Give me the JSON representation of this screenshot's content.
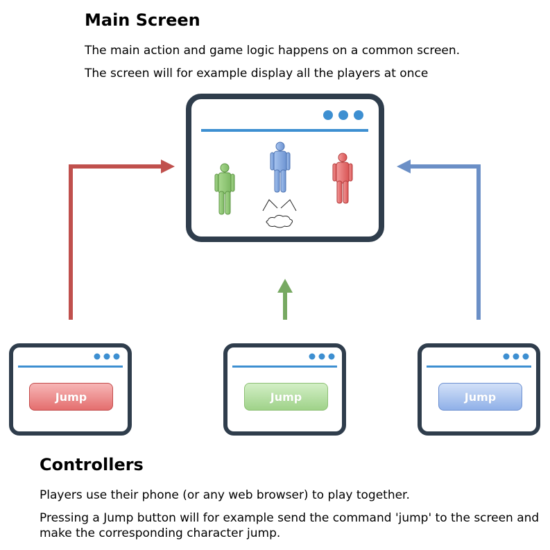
{
  "main_screen": {
    "title": "Main Screen",
    "line1": "The main action and game logic happens on a common screen.",
    "line2": "The screen will for example display all the players at once"
  },
  "controllers": {
    "title": "Controllers",
    "line1": "Players use their phone (or any web browser) to play together.",
    "line2": "Pressing a Jump button will for example send the command 'jump' to the screen and make the corresponding character jump.",
    "buttons": [
      {
        "label": "Jump",
        "color": "red"
      },
      {
        "label": "Jump",
        "color": "green"
      },
      {
        "label": "Jump",
        "color": "blue"
      }
    ]
  },
  "colors": {
    "window_frame": "#2f3d4c",
    "accent_blue": "#3d8fd1",
    "arrow_red": "#c0504d",
    "arrow_green": "#77a962",
    "arrow_blue": "#6b8fc6",
    "player_green": "#8cc472",
    "player_blue": "#7fa6dd",
    "player_red": "#e46666"
  },
  "icons": [
    "window-dots-icon",
    "player-figure-icon",
    "arrow-icon",
    "jump-lines-icon"
  ]
}
